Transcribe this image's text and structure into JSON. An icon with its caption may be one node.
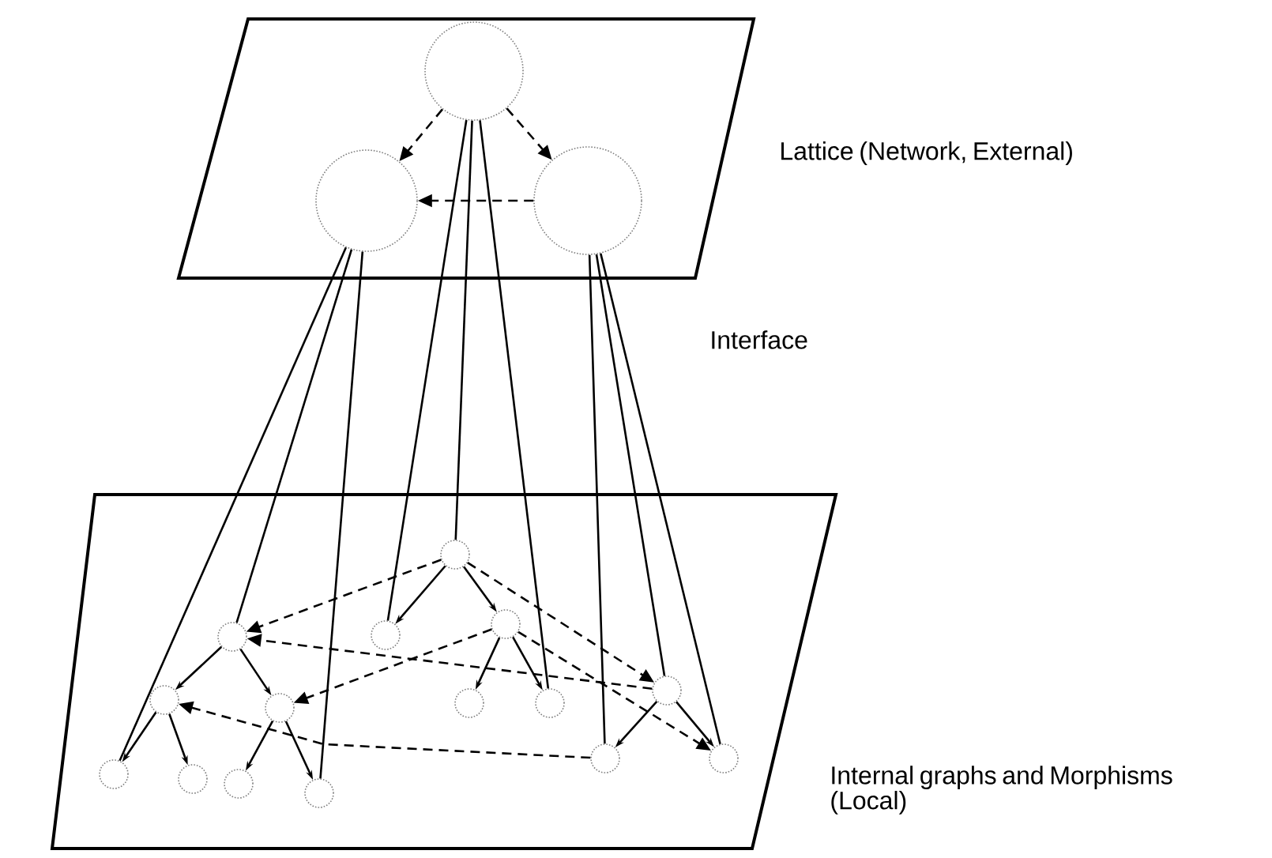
{
  "diagram": {
    "nodes": [
      {
        "text": [
          "Lattice (Network, External)"
        ]
      },
      {
        "text": [],
        "shape": "circle",
        "in": 0
      },
      {
        "text": [],
        "shape": "circle",
        "in": 0
      },
      {
        "text": [],
        "shape": "circle",
        "in": 0
      },
      {
        "text": [
          "Internal graphs and Morphisms (Local)"
        ]
      },
      {
        "text": [],
        "shape": "circle",
        "in": 4
      },
      {
        "text": [],
        "shape": "circle",
        "in": 4
      },
      {
        "text": [],
        "shape": "circle",
        "in": 4
      },
      {
        "text": [],
        "shape": "circle",
        "in": 4
      },
      {
        "text": [],
        "shape": "circle",
        "in": 4
      },
      {
        "text": [],
        "shape": "circle",
        "in": 4
      },
      {
        "text": [],
        "shape": "circle",
        "in": 4
      },
      {
        "text": [],
        "shape": "circle",
        "in": 4
      },
      {
        "text": [],
        "shape": "circle",
        "in": 4
      },
      {
        "text": [],
        "shape": "circle",
        "in": 4
      },
      {
        "text": [],
        "shape": "circle",
        "in": 4
      },
      {
        "text": [],
        "shape": "circle",
        "in": 4
      },
      {
        "text": [],
        "shape": "circle",
        "in": 4
      },
      {
        "text": [],
        "shape": "circle",
        "in": 4
      },
      {
        "text": [],
        "shape": "circle",
        "in": 4
      }
    ],
    "edges": [
      {
        "from": 1,
        "to": 2,
        "arrow": "to",
        "style": "dashed"
      },
      {
        "from": 1,
        "to": 3,
        "arrow": "to",
        "style": "dashed"
      },
      {
        "from": 3,
        "to": 2,
        "arrow": "to",
        "style": "dashed"
      },
      {
        "from": 2,
        "to": 14,
        "arrow": "none"
      },
      {
        "from": 2,
        "to": 6,
        "arrow": "none"
      },
      {
        "from": 2,
        "to": 17,
        "arrow": "none"
      },
      {
        "from": 1,
        "to": 7,
        "arrow": "none"
      },
      {
        "from": 1,
        "to": 5,
        "arrow": "none"
      },
      {
        "from": 1,
        "to": 12,
        "arrow": "none"
      },
      {
        "from": 3,
        "to": 18,
        "arrow": "none"
      },
      {
        "from": 3,
        "to": 13,
        "arrow": "none"
      },
      {
        "from": 3,
        "to": 19,
        "arrow": "none"
      },
      {
        "from": 5,
        "to": 7,
        "arrow": "to"
      },
      {
        "from": 5,
        "to": 8,
        "arrow": "to"
      },
      {
        "from": 6,
        "to": 9,
        "arrow": "to"
      },
      {
        "from": 6,
        "to": 10,
        "arrow": "to"
      },
      {
        "from": 9,
        "to": 14,
        "arrow": "to"
      },
      {
        "from": 9,
        "to": 15,
        "arrow": "to"
      },
      {
        "from": 10,
        "to": 16,
        "arrow": "to"
      },
      {
        "from": 10,
        "to": 17,
        "arrow": "to"
      },
      {
        "from": 8,
        "to": 11,
        "arrow": "to"
      },
      {
        "from": 8,
        "to": 12,
        "arrow": "to"
      },
      {
        "from": 13,
        "to": 18,
        "arrow": "to"
      },
      {
        "from": 13,
        "to": 19,
        "arrow": "to"
      },
      {
        "from": 5,
        "to": 6,
        "arrow": "to",
        "style": "dashed"
      },
      {
        "from": 5,
        "to": 13,
        "arrow": "to",
        "style": "dashed"
      },
      {
        "from": 13,
        "to": 6,
        "arrow": "to",
        "style": "dashed"
      },
      {
        "from": 8,
        "to": 10,
        "arrow": "to",
        "style": "dashed"
      },
      {
        "from": 8,
        "to": 19,
        "arrow": "to",
        "style": "dashed"
      },
      {
        "from": 18,
        "to": 9,
        "arrow": "to",
        "style": "dashed"
      }
    ],
    "labels": [
      "Interface"
    ]
  }
}
